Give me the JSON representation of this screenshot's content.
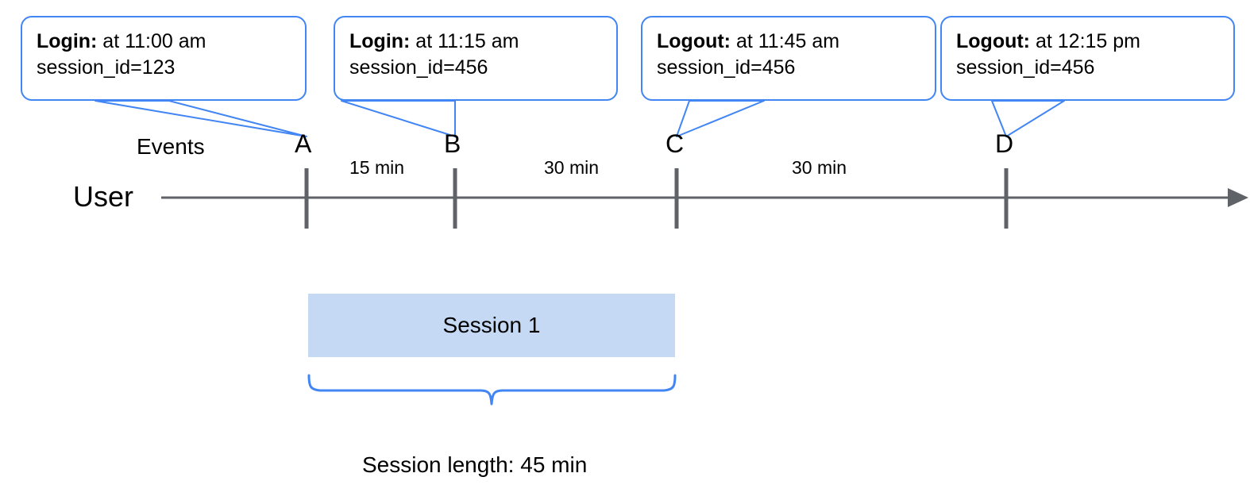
{
  "diagram": {
    "title_caption": "Session length: 45 min",
    "row_labels": {
      "events": "Events",
      "user": "User"
    },
    "colors": {
      "callout_border": "#4285f4",
      "brace": "#4285f4",
      "axis": "#5f6368",
      "session_fill": "#c5d9f5",
      "text": "#000000"
    },
    "callouts": [
      {
        "event_type": "Login:",
        "time_text": " at 11:00 am",
        "session_line": "session_id=123",
        "points_to": "A"
      },
      {
        "event_type": "Login:",
        "time_text": " at 11:15 am",
        "session_line": "session_id=456",
        "points_to": "B"
      },
      {
        "event_type": "Logout:",
        "time_text": " at 11:45 am",
        "session_line": "session_id=456",
        "points_to": "C"
      },
      {
        "event_type": "Logout:",
        "time_text": " at 12:15 pm",
        "session_line": "session_id=456",
        "points_to": "D"
      }
    ],
    "markers": [
      {
        "letter": "A"
      },
      {
        "letter": "B"
      },
      {
        "letter": "C"
      },
      {
        "letter": "D"
      }
    ],
    "intervals": [
      {
        "label": "15 min",
        "from": "A",
        "to": "B"
      },
      {
        "label": "30 min",
        "from": "B",
        "to": "C"
      },
      {
        "label": "30 min",
        "from": "C",
        "to": "D"
      }
    ],
    "session_bar": {
      "label": "Session 1",
      "from": "A",
      "to": "C"
    }
  }
}
